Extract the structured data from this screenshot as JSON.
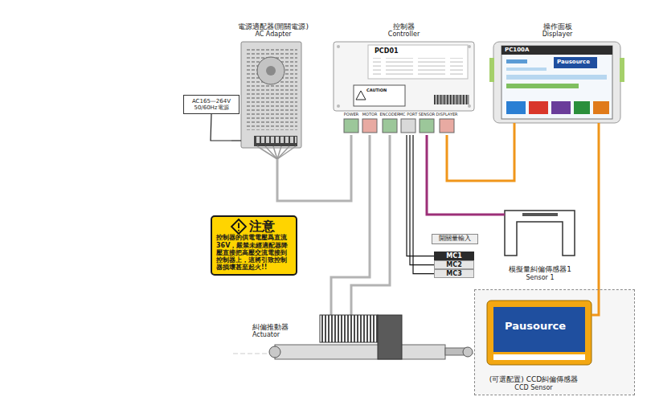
{
  "diagram": {
    "nodes": [
      {
        "text": [
          "電源適配器(開關電源)",
          "AC Adapter"
        ]
      },
      {
        "text": [
          "控制器",
          "Controller"
        ]
      },
      {
        "text": [
          "操作面板",
          "Displayer"
        ]
      },
      {
        "text": [
          "AC165—264V 50/60Hz電源"
        ]
      },
      {
        "text": [
          "注意",
          "控制器的供電電壓爲直流36V，嚴禁未經適配器降壓直接把高壓交流電接到控制器上，這將引致控制器損壞甚至起火!!"
        ]
      },
      {
        "text": [
          "開關量輸入"
        ]
      },
      {
        "text": [
          "MC1"
        ]
      },
      {
        "text": [
          "MC2"
        ]
      },
      {
        "text": [
          "MC3"
        ]
      },
      {
        "text": [
          "模擬量糾偏傳感器1",
          "Sensor 1"
        ]
      },
      {
        "text": [
          "糾偏推動器",
          "Actuator"
        ]
      },
      {
        "text": [
          "(可選配置) CCD糾偏傳感器",
          "CCD Sensor"
        ]
      }
    ],
    "edges": [
      {
        "from": 3,
        "to": 0,
        "arrow": "none"
      },
      {
        "from": 0,
        "to": 1,
        "arrow": "none"
      },
      {
        "from": 1,
        "to": 10,
        "arrow": "none"
      },
      {
        "from": 1,
        "to": 10,
        "arrow": "none"
      },
      {
        "from": 1,
        "to": 9,
        "arrow": "none"
      },
      {
        "from": 1,
        "to": 2,
        "arrow": "none"
      },
      {
        "from": 2,
        "to": 11,
        "arrow": "none"
      },
      {
        "from": 1,
        "to": 6,
        "arrow": "none"
      },
      {
        "from": 1,
        "to": 7,
        "arrow": "none"
      },
      {
        "from": 1,
        "to": 8,
        "arrow": "none"
      }
    ],
    "labels": [
      "PCD01",
      "CAUTION",
      "POWER",
      "MOTOR",
      "ENCODER",
      "MC PORT",
      "SENSOR",
      "DISPLAYER",
      "PC100A",
      "Pausource",
      "Pausource"
    ]
  }
}
